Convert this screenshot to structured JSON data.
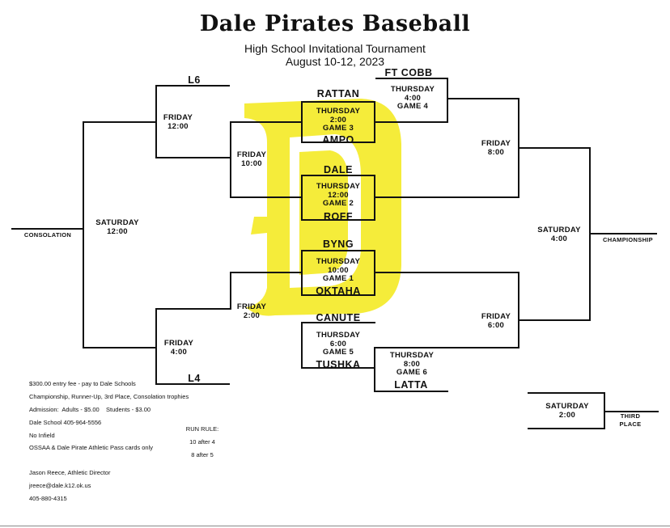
{
  "header": {
    "title": "Dale Pirates Baseball",
    "subtitle": "High School Invitational Tournament",
    "dates": "August 10-12, 2023"
  },
  "teams": {
    "l6": "L6",
    "ft_cobb": "FT COBB",
    "rattan": "RATTAN",
    "ampo": "AMPO",
    "dale": "DALE",
    "roff": "ROFF",
    "byng": "BYNG",
    "oktaha": "OKTAHA",
    "canute": "CANUTE",
    "tushka": "TUSHKA",
    "latta": "LATTA",
    "l4": "L4"
  },
  "games": {
    "game4": [
      "THURSDAY",
      "4:00",
      "GAME 4"
    ],
    "game3": [
      "THURSDAY",
      "2:00",
      "GAME 3"
    ],
    "game2": [
      "THURSDAY",
      "12:00",
      "GAME 2"
    ],
    "game1": [
      "THURSDAY",
      "10:00",
      "GAME 1"
    ],
    "game5": [
      "THURSDAY",
      "6:00",
      "GAME 5"
    ],
    "game6": [
      "THURSDAY",
      "8:00",
      "GAME 6"
    ],
    "fri_1200": [
      "FRIDAY",
      "12:00"
    ],
    "fri_1000": [
      "FRIDAY",
      "10:00"
    ],
    "fri_200": [
      "FRIDAY",
      "2:00"
    ],
    "fri_400": [
      "FRIDAY",
      "4:00"
    ],
    "fri_800": [
      "FRIDAY",
      "8:00"
    ],
    "fri_600": [
      "FRIDAY",
      "6:00"
    ],
    "sat_1200": [
      "SATURDAY",
      "12:00"
    ],
    "sat_400": [
      "SATURDAY",
      "4:00"
    ],
    "sat_200": [
      "SATURDAY",
      "2:00"
    ]
  },
  "outcomes": {
    "consolation": "CONSOLATION",
    "championship": "CHAMPIONSHIP",
    "third_place": [
      "THIRD",
      "PLACE"
    ]
  },
  "info": {
    "lines": [
      "$300.00 entry fee - pay to Dale Schools",
      "Championship, Runner-Up, 3rd Place, Consolation trophies",
      "Admission:  Adults - $5.00    Students - $3.00",
      "Dale School 405-964-5556",
      "No Infield",
      "OSSAA & Dale Pirate Athletic Pass cards only"
    ],
    "run_rule": [
      "RUN RULE:",
      "10 after 4",
      "8 after 5"
    ],
    "contact": [
      "Jason Reece, Athletic Director",
      "jreece@dale.k12.ok.us",
      "405-880-4315"
    ]
  },
  "colors": {
    "logo": "#f5ec3a",
    "lines": "#111111"
  },
  "logo": {
    "letter": "D"
  }
}
